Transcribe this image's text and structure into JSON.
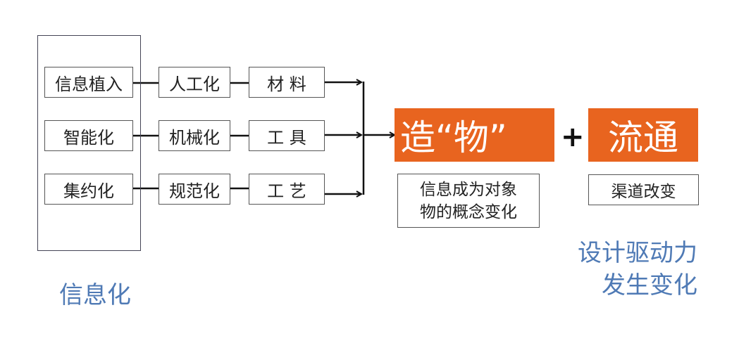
{
  "group": {
    "label": "信息化"
  },
  "rows": [
    {
      "info": "信息植入",
      "mode": "人工化",
      "element": "材 料"
    },
    {
      "info": "智能化",
      "mode": "机械化",
      "element": "工 具"
    },
    {
      "info": "集约化",
      "mode": "规范化",
      "element": "工 艺"
    }
  ],
  "result": {
    "object_title": "造“物”",
    "plus": "+",
    "circulation_title": "流通",
    "object_desc_line1": "信息成为对象",
    "object_desc_line2": "物的概念变化",
    "circulation_desc": "渠道改变"
  },
  "conclusion": {
    "line1": "设计驱动力",
    "line2": "发生变化"
  },
  "colors": {
    "accent": "#e8641f",
    "blue_text": "#4f7ab5"
  }
}
